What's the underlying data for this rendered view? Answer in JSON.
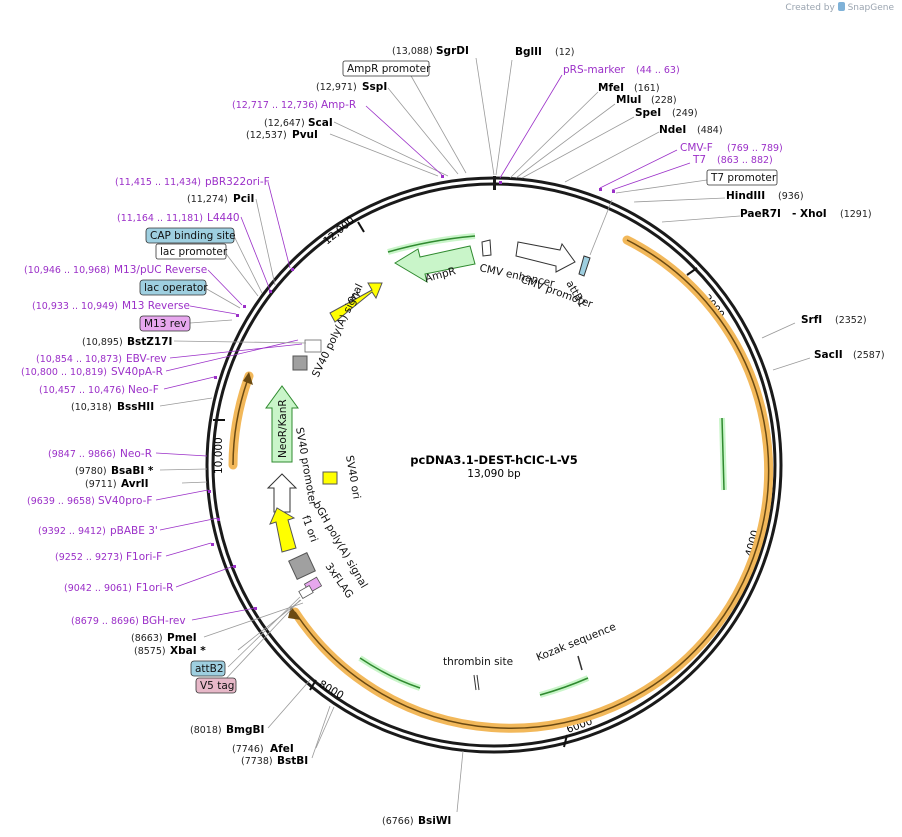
{
  "credit": {
    "text": "Created by",
    "brand": "SnapGene"
  },
  "plasmid": {
    "name": "pcDNA3.1-DEST-hCIC-L-V5",
    "size": "13,090 bp"
  },
  "ticks": [
    "2000",
    "4000",
    "6000",
    "8000",
    "10,000",
    "12,000"
  ],
  "enzymes": [
    {
      "name": "SgrDI",
      "pos": "(13,088)"
    },
    {
      "name": "BglII",
      "pos": "(12)"
    },
    {
      "name": "MfeI",
      "pos": "(161)"
    },
    {
      "name": "MluI",
      "pos": "(228)"
    },
    {
      "name": "SpeI",
      "pos": "(249)"
    },
    {
      "name": "NdeI",
      "pos": "(484)"
    },
    {
      "name": "HindIII",
      "pos": "(936)"
    },
    {
      "name": "PaeR7I",
      "pos": ""
    },
    {
      "name": "- XhoI",
      "pos": "(1291)"
    },
    {
      "name": "SrfI",
      "pos": "(2352)"
    },
    {
      "name": "SacII",
      "pos": "(2587)"
    },
    {
      "name": "BsiWI",
      "pos": "(6766)"
    },
    {
      "name": "AfeI",
      "pos": "(7746)"
    },
    {
      "name": "BstBI",
      "pos": "(7738)"
    },
    {
      "name": "BmgBI",
      "pos": "(8018)"
    },
    {
      "name": "PmeI",
      "pos": "(8663)"
    },
    {
      "name": "XbaI *",
      "pos": "(8575)"
    },
    {
      "name": "AvrII",
      "pos": "(9711)"
    },
    {
      "name": "BsaBI *",
      "pos": "(9780)"
    },
    {
      "name": "BssHII",
      "pos": "(10,318)"
    },
    {
      "name": "BstZ17I",
      "pos": "(10,895)"
    },
    {
      "name": "PciI",
      "pos": "(11,274)"
    },
    {
      "name": "ScaI",
      "pos": "(12,647)"
    },
    {
      "name": "PvuI",
      "pos": "(12,537)"
    },
    {
      "name": "SspI",
      "pos": "(12,971)"
    }
  ],
  "primers": [
    {
      "name": "pRS-marker",
      "pos": "(44 .. 63)"
    },
    {
      "name": "CMV-F",
      "pos": "(769 .. 789)"
    },
    {
      "name": "T7",
      "pos": "(863 .. 882)"
    },
    {
      "name": "Amp-R",
      "pos": "(12,717 .. 12,736)"
    },
    {
      "name": "pBR322ori-F",
      "pos": "(11,415 .. 11,434)"
    },
    {
      "name": "L4440",
      "pos": "(11,164 .. 11,181)"
    },
    {
      "name": "M13/pUC Reverse",
      "pos": "(10,946 .. 10,968)"
    },
    {
      "name": "M13 Reverse",
      "pos": "(10,933 .. 10,949)"
    },
    {
      "name": "EBV-rev",
      "pos": "(10,854 .. 10,873)"
    },
    {
      "name": "SV40pA-R",
      "pos": "(10,800 .. 10,819)"
    },
    {
      "name": "Neo-F",
      "pos": "(10,457 .. 10,476)"
    },
    {
      "name": "Neo-R",
      "pos": "(9847 .. 9866)"
    },
    {
      "name": "SV40pro-F",
      "pos": "(9639 .. 9658)"
    },
    {
      "name": "pBABE 3'",
      "pos": "(9392 .. 9412)"
    },
    {
      "name": "F1ori-F",
      "pos": "(9252 .. 9273)"
    },
    {
      "name": "F1ori-R",
      "pos": "(9042 .. 9061)"
    },
    {
      "name": "BGH-rev",
      "pos": "(8679 .. 8696)"
    }
  ],
  "boxed_features": [
    {
      "name": "AmpR promoter"
    },
    {
      "name": "T7 promoter"
    },
    {
      "name": "CAP binding site"
    },
    {
      "name": "lac promoter"
    },
    {
      "name": "lac operator"
    },
    {
      "name": "M13 rev"
    },
    {
      "name": "attB2"
    },
    {
      "name": "V5 tag"
    }
  ],
  "inner_labels": {
    "cmv_enhancer": "CMV enhancer",
    "cmv_promoter": "CMV promoter",
    "attb1": "attB1",
    "ampr": "AmpR",
    "ori": "ori",
    "sv40_polya": "SV40 poly(A) signal",
    "neo": "NeoR/KanR",
    "sv40_promoter": "SV40 promoter",
    "sv40_ori": "SV40 ori",
    "bgh": "bGH poly(A) signal",
    "f1ori": "f1 ori",
    "flag": "3xFLAG",
    "thrombin": "thrombin site",
    "kozak": "Kozak sequence"
  },
  "colors": {
    "backbone": "#1a1a1a",
    "primer": "#9b30c8",
    "orf_outline": "#f2b85a",
    "orf_arrow": "#6b4a12",
    "ampr_fill": "#c9f5c9",
    "ori_fill": "#ffff00",
    "promoter_fill": "#ffffff",
    "boxed_blue": "#9ecfe0",
    "boxed_pink": "#e7a7ee"
  }
}
